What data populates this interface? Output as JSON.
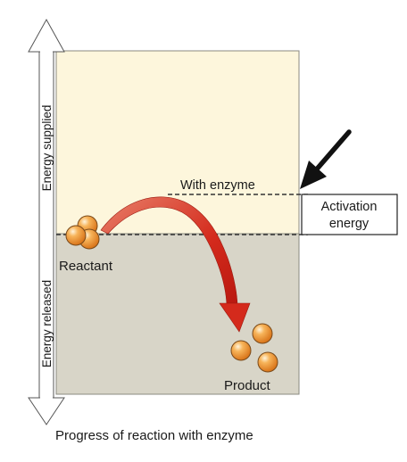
{
  "labels": {
    "energy_supplied": "Energy supplied",
    "energy_released": "Energy released",
    "with_enzyme": "With enzyme",
    "activation_line1": "Activation",
    "activation_line2": "energy",
    "reactant": "Reactant",
    "product": "Product",
    "x_caption": "Progress of reaction with enzyme"
  },
  "colors": {
    "upper_region": "#fdf6dc",
    "lower_region": "#d8d5c8",
    "arrow_red": "#d42a1c",
    "molecule_orange": "#f0a040",
    "outline": "#4a4a4a",
    "pointer_arrow": "#111111"
  }
}
